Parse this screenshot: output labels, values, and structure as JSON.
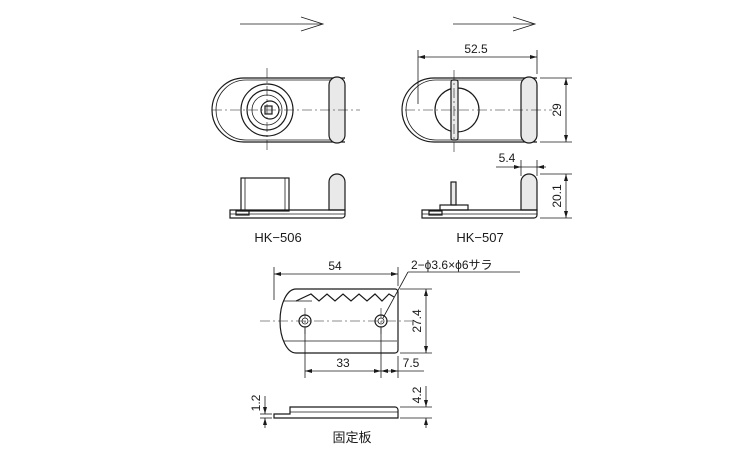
{
  "models": {
    "left_label": "HK−506",
    "right_label": "HK−507",
    "plate_label": "固定板"
  },
  "dimensions": {
    "top_width": "52.5",
    "top_height": "29",
    "post_offset": "5.4",
    "side_height": "20.1",
    "plate_width": "54",
    "hole_note": "2−ϕ3.6×ϕ6サラ",
    "plate_height": "27.4",
    "hole_pitch": "33",
    "hole_edge": "7.5",
    "plate_thickness": "1.2",
    "plate_step": "4.2"
  }
}
